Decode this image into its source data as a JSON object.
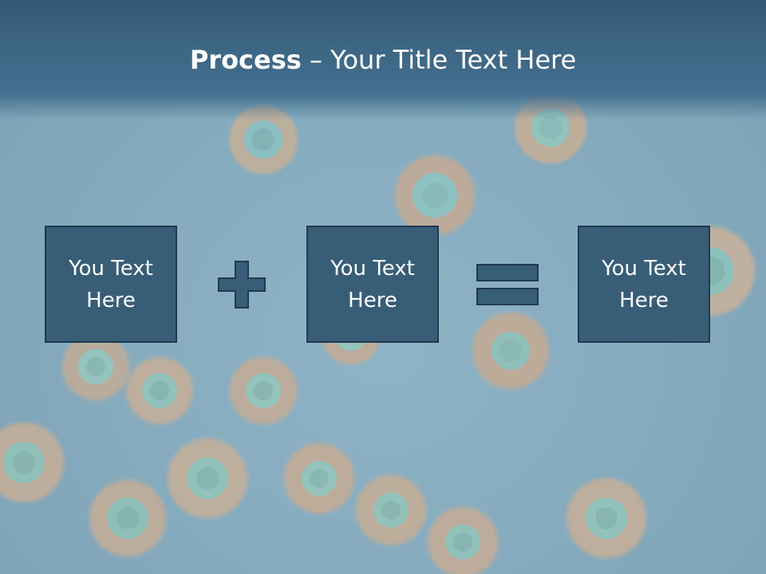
{
  "slide": {
    "title_bold": "Process",
    "title_rest": " – Your Title Text Here"
  },
  "boxes": [
    {
      "text": "You Text\nHere"
    },
    {
      "text": "You Text\nHere"
    },
    {
      "text": "You Text\nHere"
    }
  ],
  "operators": [
    {
      "icon": "plus-icon"
    },
    {
      "icon": "equals-icon"
    }
  ],
  "colors": {
    "title_band": "#3d6684",
    "box_fill": "#385d77",
    "box_border": "#1f3a4f",
    "text": "#ffffff"
  }
}
